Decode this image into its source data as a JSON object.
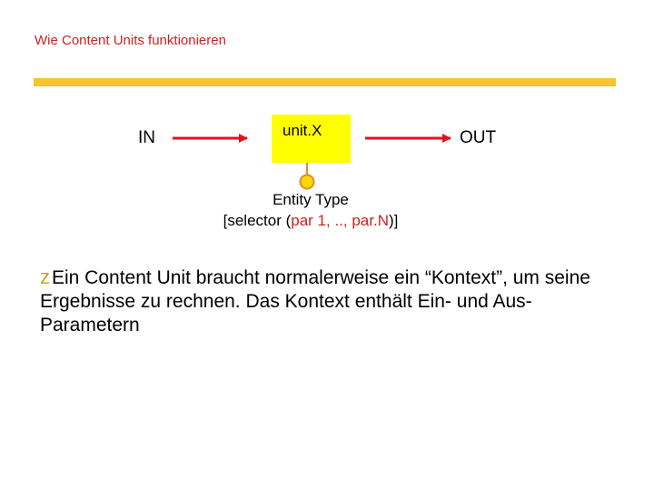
{
  "slide": {
    "title": "Wie Content Units funktionieren"
  },
  "diagram": {
    "input_label": "IN",
    "unit_label": "unit.X",
    "output_label": "OUT",
    "entity_type_label": "Entity Type",
    "selector_prefix": "[selector (",
    "selector_params": "par 1, .., par.N",
    "selector_suffix": ")]",
    "colors": {
      "arrow": "#e0141e",
      "unit_fill": "#ffff00",
      "connector_fill": "#ffd700",
      "connector_stroke": "#e38b2a",
      "title": "#d11f1f",
      "rule": "#f6c431"
    }
  },
  "body": {
    "bullet_icon": "z-bullet-icon",
    "bullet_glyph": "z",
    "bullet_text": "Ein Content Unit braucht normalerweise ein “Kontext”, um seine Ergebnisse zu rechnen. Das Kontext enthält Ein- und Aus- Parametern"
  }
}
